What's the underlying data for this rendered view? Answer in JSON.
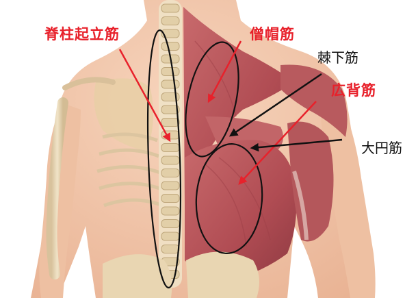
{
  "labels": {
    "erector_spinae": "脊柱起立筋",
    "trapezius": "僧帽筋",
    "infraspinatus": "棘下筋",
    "latissimus_dorsi": "広背筋",
    "teres_major": "大円筋"
  },
  "colors": {
    "label_red": "#e8212b",
    "label_black": "#111111",
    "skin": "#f3c8ab",
    "muscle": "#b8545a",
    "bone": "#e6d3b0"
  }
}
